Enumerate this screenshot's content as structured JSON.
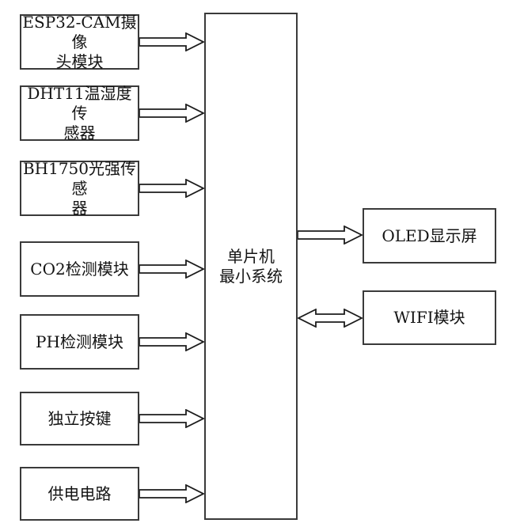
{
  "diagram": {
    "type": "block-diagram",
    "background_color": "#ffffff",
    "border_color": "#3a3a3a",
    "text_color": "#141414",
    "center_node": {
      "label": "单片机\n最小系统"
    },
    "left_modules": [
      {
        "label": "ESP32-CAM摄像\n头模块",
        "connection": "to-mcu",
        "direction": "right"
      },
      {
        "label": "DHT11温湿度传\n感器",
        "connection": "to-mcu",
        "direction": "right"
      },
      {
        "label": "BH1750光强传感\n器",
        "connection": "to-mcu",
        "direction": "right"
      },
      {
        "label": "CO2检测模块",
        "connection": "to-mcu",
        "direction": "right"
      },
      {
        "label": "PH检测模块",
        "connection": "to-mcu",
        "direction": "right"
      },
      {
        "label": "独立按键",
        "connection": "to-mcu",
        "direction": "right"
      },
      {
        "label": "供电电路",
        "connection": "to-mcu",
        "direction": "right"
      }
    ],
    "right_modules": [
      {
        "label": "OLED显示屏",
        "connection": "from-mcu",
        "direction": "right"
      },
      {
        "label": "WIFI模块",
        "connection": "with-mcu",
        "direction": "bidirectional"
      }
    ]
  }
}
